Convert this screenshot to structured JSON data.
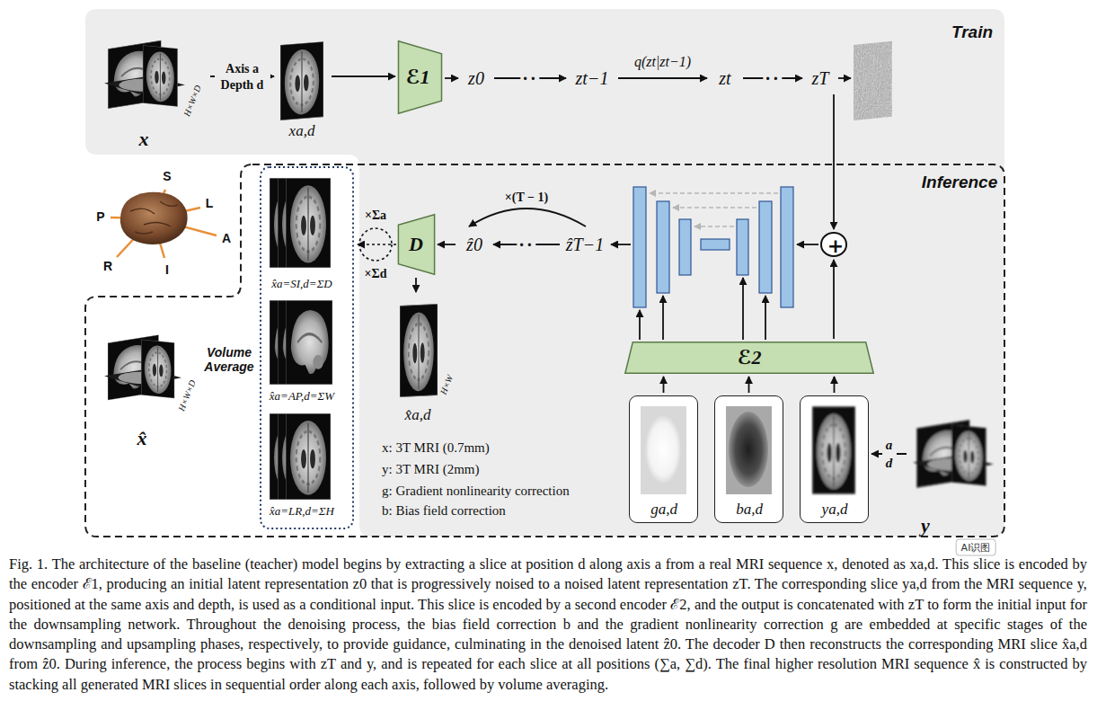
{
  "diagram": {
    "caption": "Fig. 1. The architecture of the baseline (teacher) model begins by extracting a slice at position d along axis a from a real MRI sequence x, denoted as xa,d. This slice is encoded by the encoder ℰ1, producing an initial latent representation z0 that is progressively noised to a noised latent representation zT. The corresponding slice ya,d from the MRI sequence y, positioned at the same axis and depth, is used as a conditional input. This slice is encoded by a second encoder ℰ2, and the output is concatenated with zT to form the initial input for the downsampling network. Throughout the denoising process, the bias field correction b and the gradient nonlinearity correction g are embedded at specific stages of the downsampling and upsampling phases, respectively, to provide guidance, culminating in the denoised latent ẑ0. The decoder D then reconstructs the corresponding MRI slice x̂a,d from ẑ0. During inference, the process begins with zT and y, and is repeated for each slice at all positions (∑a, ∑d). The final higher resolution MRI sequence x̂ is constructed by stacking all generated MRI slices in sequential order along each axis, followed by volume averaging.",
    "nodes": [
      {
        "text": [
          "Train"
        ]
      },
      {
        "text": [
          "x",
          "H×W×D"
        ],
        "in": 0
      },
      {
        "text": [
          "xa,d"
        ],
        "in": 0
      },
      {
        "text": [
          "ℰ1"
        ],
        "in": 0
      },
      {
        "text": [
          "z0"
        ],
        "in": 0
      },
      {
        "text": [
          "zt−1"
        ],
        "in": 0
      },
      {
        "text": [
          "zt"
        ],
        "in": 0
      },
      {
        "text": [
          "zT"
        ],
        "in": 0
      },
      {
        "text": [
          "Inference"
        ]
      },
      {
        "text": [
          "x̂a=SI,d=ΣD"
        ],
        "in": 8
      },
      {
        "text": [
          "D"
        ],
        "in": 8
      },
      {
        "text": [
          "ẑ0"
        ],
        "in": 8
      },
      {
        "text": [
          "ẑT−1"
        ],
        "in": 8
      },
      {
        "text": [
          "+"
        ],
        "in": 8
      },
      {
        "text": [
          "x̂a=AP,d=ΣW"
        ],
        "in": 8
      },
      {
        "text": [
          "ℰ2"
        ],
        "in": 8
      },
      {
        "text": [
          "x̂a,d",
          "H×W"
        ],
        "in": 8
      },
      {
        "text": [
          "x̂",
          "H×W×D"
        ],
        "in": 8
      },
      {
        "text": [
          "ga,d"
        ],
        "in": 8
      },
      {
        "text": [
          "ba,d"
        ],
        "in": 8
      },
      {
        "text": [
          "ya,d"
        ],
        "in": 8
      },
      {
        "text": [
          "y"
        ],
        "in": 8
      },
      {
        "text": [
          "x̂a=LR,d=ΣH"
        ],
        "in": 8
      }
    ],
    "edges": [
      {
        "from": 1,
        "to": 2,
        "label": "Axis a Depth d",
        "arrow": "to"
      },
      {
        "from": 2,
        "to": 3,
        "arrow": "to"
      },
      {
        "from": 3,
        "to": 4,
        "arrow": "to"
      },
      {
        "from": 4,
        "to": 5,
        "label": "··",
        "arrow": "to"
      },
      {
        "from": 5,
        "to": 6,
        "label": "q(zt|zt−1)",
        "arrow": "to"
      },
      {
        "from": 6,
        "to": 7,
        "label": "··",
        "arrow": "to"
      },
      {
        "from": 7,
        "to": 13,
        "arrow": "to"
      },
      {
        "from": 15,
        "to": 13,
        "arrow": "to"
      },
      {
        "from": 18,
        "to": 15,
        "arrow": "to"
      },
      {
        "from": 19,
        "to": 15,
        "arrow": "to"
      },
      {
        "from": 20,
        "to": 15,
        "arrow": "to"
      },
      {
        "from": 21,
        "to": 20,
        "label": "a d",
        "arrow": "to"
      },
      {
        "from": 12,
        "to": 11,
        "label": "··",
        "arrow": "to"
      },
      {
        "from": 11,
        "to": 10,
        "arrow": "to"
      },
      {
        "from": 10,
        "to": 16,
        "arrow": "to"
      }
    ],
    "labels": [
      "S",
      "L",
      "P",
      "A",
      "R",
      "I",
      "×(T − 1)",
      "×Σa",
      "×Σd",
      "Volume Average",
      "x: 3T MRI (0.7mm)",
      "y: 3T MRI (2mm)",
      "g: Gradient nonlinearity correction",
      "b: Bias field correction",
      "AI识图"
    ]
  }
}
